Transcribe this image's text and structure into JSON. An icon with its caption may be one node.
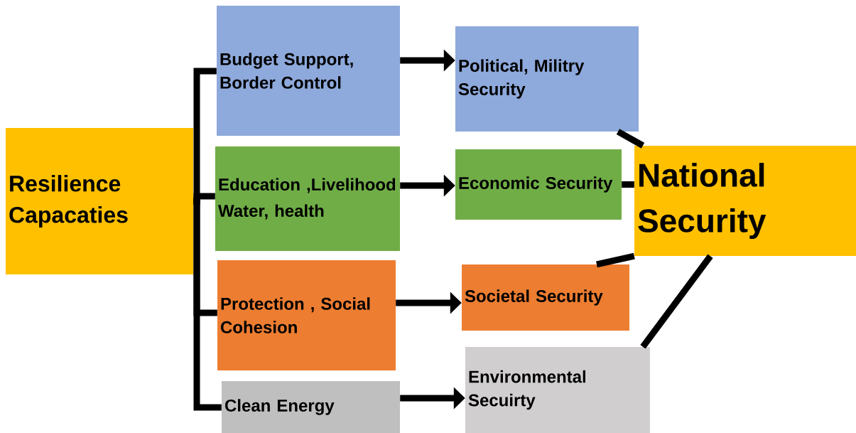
{
  "diagram": {
    "nodes": [
      {
        "text": [
          "Resilience Capacaties"
        ]
      },
      {
        "text": [
          "Budget Support, Border Control"
        ]
      },
      {
        "text": [
          "Education ,Livelihood",
          "Water, health"
        ]
      },
      {
        "text": [
          "Protection , Social Cohesion"
        ]
      },
      {
        "text": [
          "Clean Energy"
        ]
      },
      {
        "text": [
          "Political, Militry Security"
        ]
      },
      {
        "text": [
          "Economic Security"
        ]
      },
      {
        "text": [
          "Societal Security"
        ]
      },
      {
        "text": [
          "Environmental Secuirty"
        ]
      },
      {
        "text": [
          "National Security"
        ]
      }
    ],
    "edges": [
      {
        "from": 0,
        "to": 1,
        "arrow": "none"
      },
      {
        "from": 0,
        "to": 2,
        "arrow": "none"
      },
      {
        "from": 0,
        "to": 3,
        "arrow": "none"
      },
      {
        "from": 0,
        "to": 4,
        "arrow": "none"
      },
      {
        "from": 1,
        "to": 5,
        "arrow": "to"
      },
      {
        "from": 2,
        "to": 6,
        "arrow": "to"
      },
      {
        "from": 3,
        "to": 7,
        "arrow": "to"
      },
      {
        "from": 4,
        "to": 8,
        "arrow": "to"
      },
      {
        "from": 5,
        "to": 9,
        "arrow": "none"
      },
      {
        "from": 6,
        "to": 9,
        "arrow": "none"
      },
      {
        "from": 7,
        "to": 9,
        "arrow": "none"
      },
      {
        "from": 8,
        "to": 9,
        "arrow": "none"
      }
    ]
  }
}
